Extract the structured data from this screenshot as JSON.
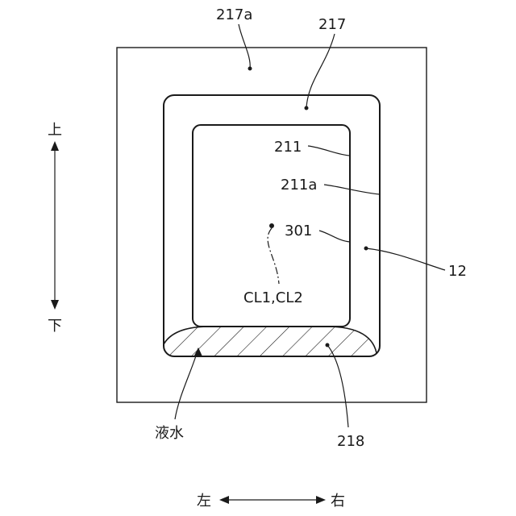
{
  "labels": {
    "l217a": "217a",
    "l217": "217",
    "l211": "211",
    "l211a": "211a",
    "l301": "301",
    "l12": "12",
    "lcl": "CL1,CL2",
    "l218": "218",
    "lliquid": "液水"
  },
  "directions": {
    "up": "上",
    "down": "下",
    "left": "左",
    "right": "右"
  }
}
